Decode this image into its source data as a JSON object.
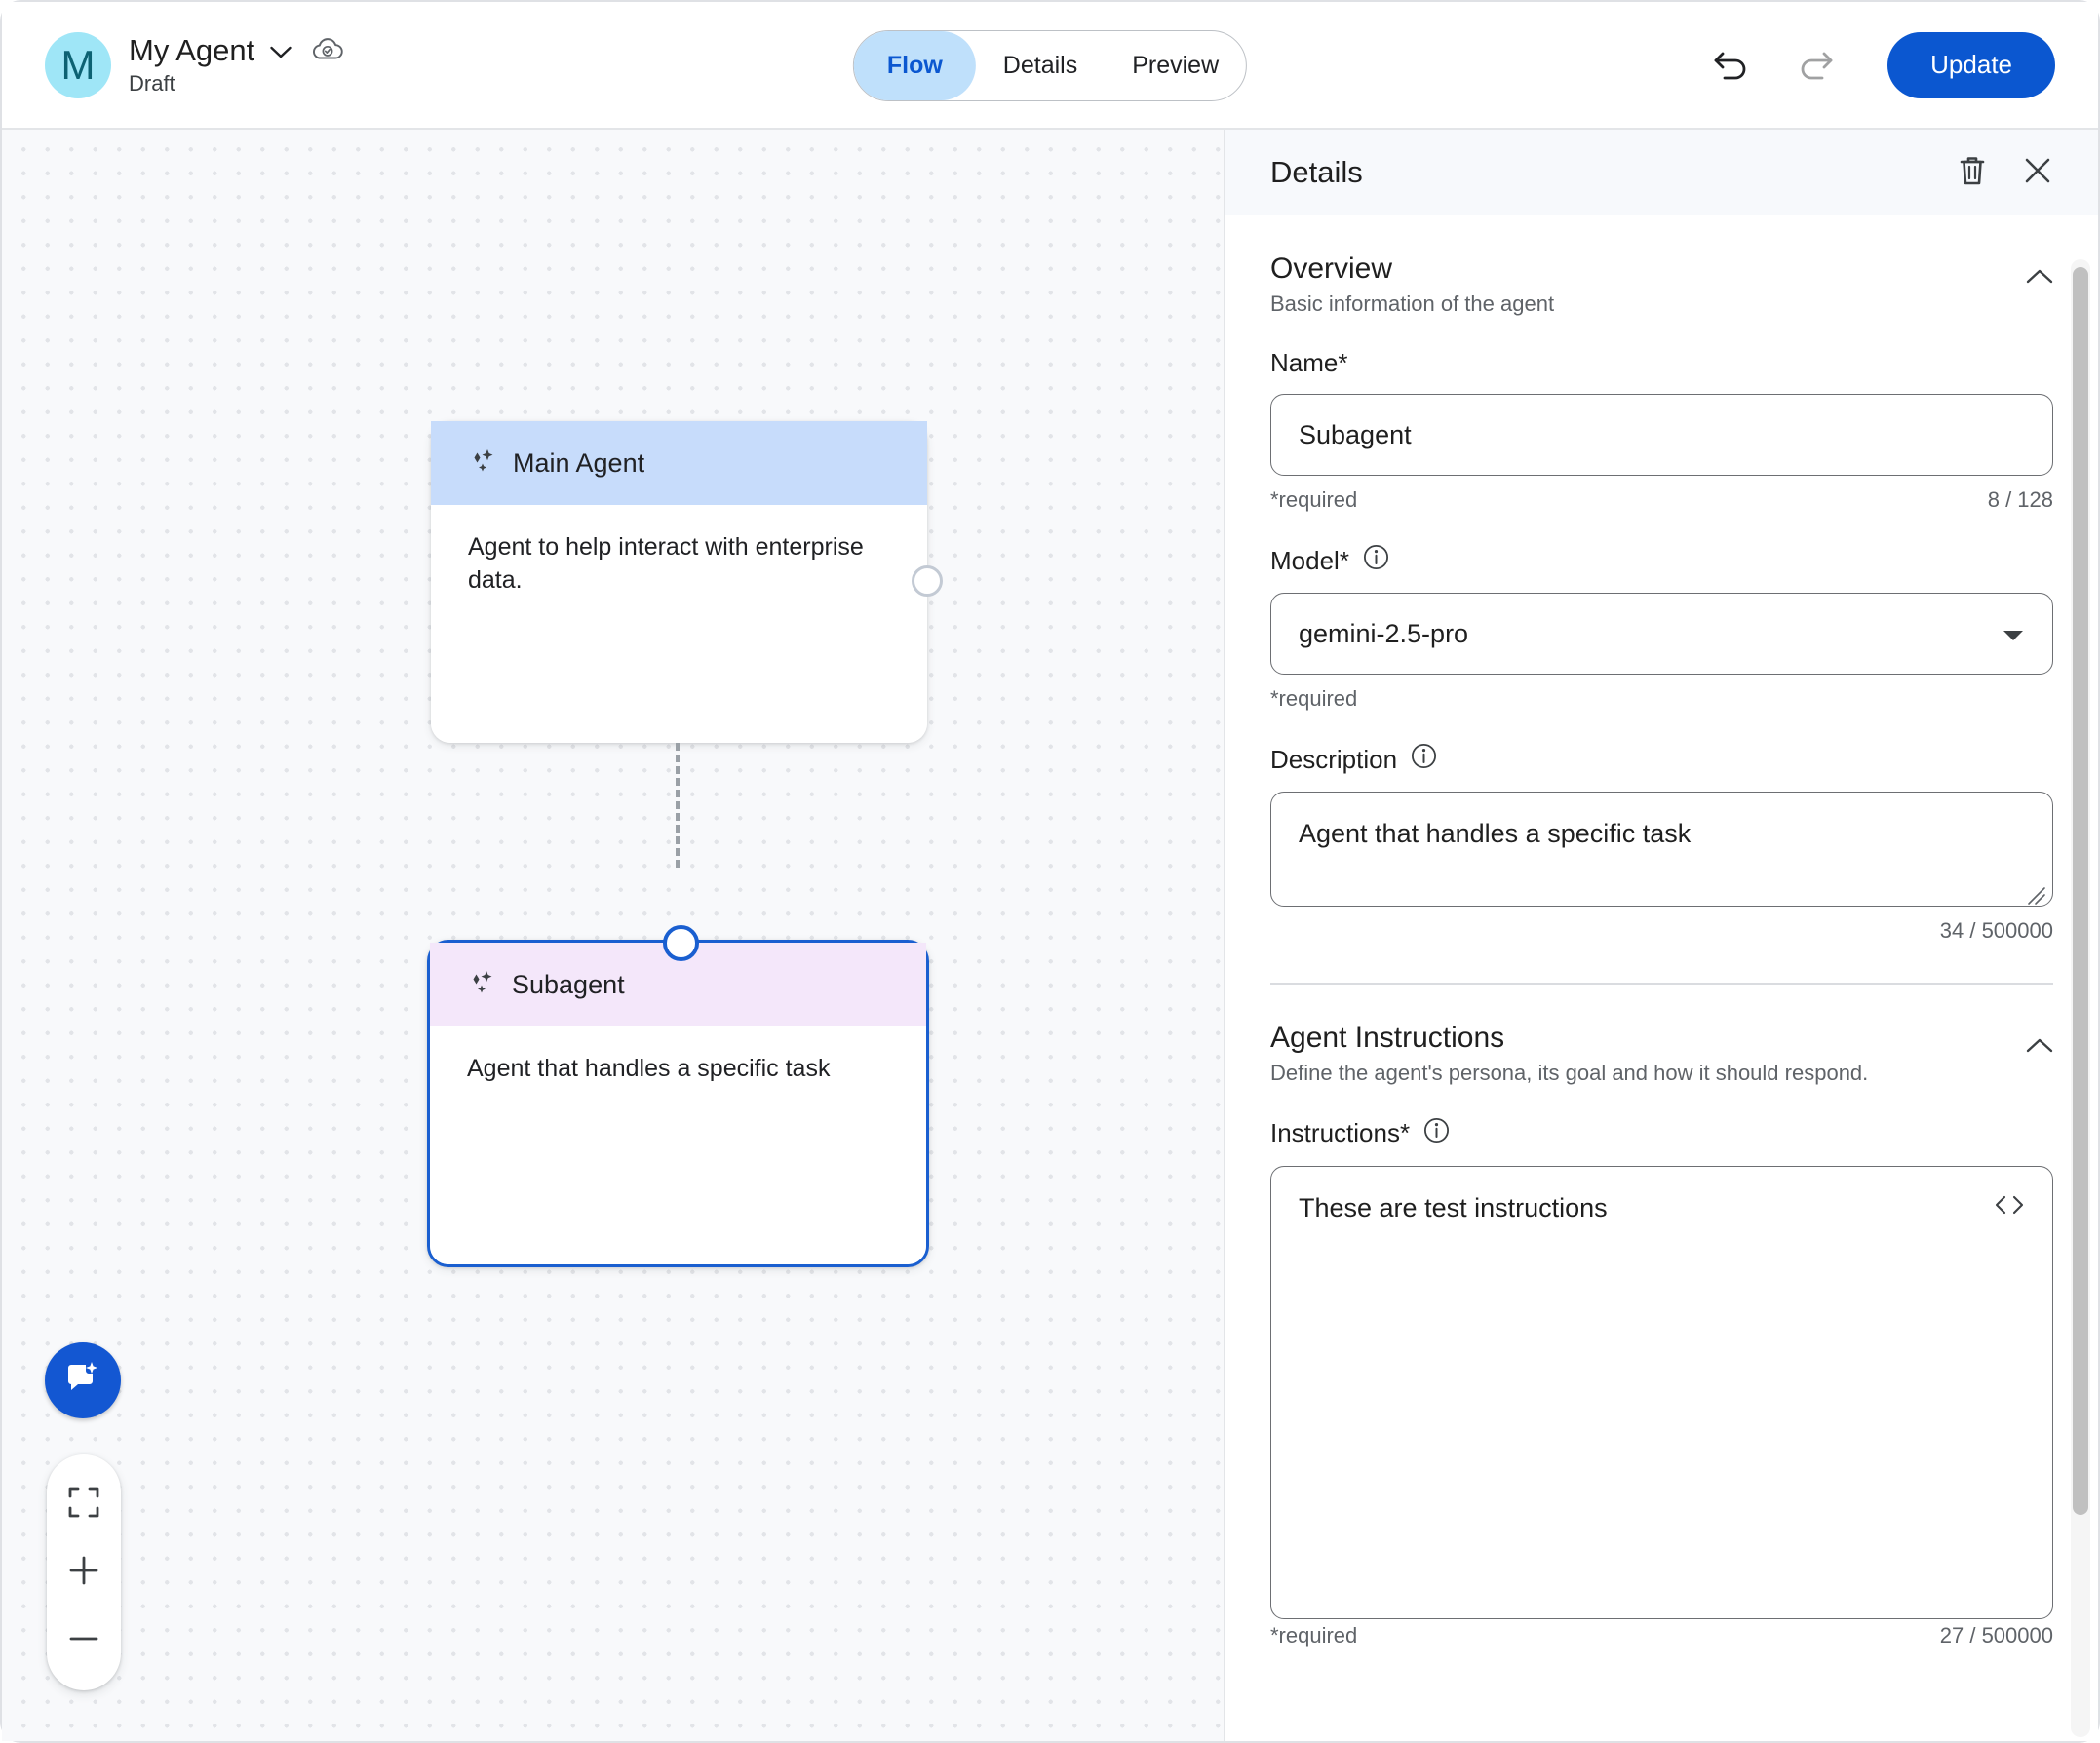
{
  "header": {
    "avatar_letter": "M",
    "agent_name": "My Agent",
    "status": "Draft",
    "chevron_icon": "chevron-down-icon",
    "cloud_icon": "cloud-saved-icon",
    "tabs": [
      {
        "label": "Flow",
        "active": true
      },
      {
        "label": "Details",
        "active": false
      },
      {
        "label": "Preview",
        "active": false
      }
    ],
    "undo_icon": "undo-icon",
    "redo_icon": "redo-icon",
    "redo_disabled": true,
    "update_label": "Update",
    "accent_color": "#0b57d0",
    "active_tab_bg": "#bfe0fb"
  },
  "canvas": {
    "nodes": [
      {
        "id": "main-agent",
        "title": "Main Agent",
        "description": "Agent to help interact with enterprise data.",
        "header_color": "#c7dcfb",
        "selected": false
      },
      {
        "id": "subagent",
        "title": "Subagent",
        "description": "Agent that handles a specific task",
        "header_color": "#f4e7fa",
        "selected": true
      }
    ],
    "sparkle_icon": "sparkle-icon",
    "controls": {
      "chat_fab_icon": "chat-sparkle-icon",
      "fit_icon": "fit-to-screen-icon",
      "zoom_in_icon": "zoom-in-icon",
      "zoom_out_icon": "zoom-out-icon"
    }
  },
  "details": {
    "panel_title": "Details",
    "delete_icon": "trash-icon",
    "close_icon": "close-icon",
    "overview": {
      "title": "Overview",
      "subtitle": "Basic information of the agent",
      "collapse_icon": "chevron-up-icon",
      "name": {
        "label": "Name*",
        "value": "Subagent",
        "helper": "*required",
        "counter": "8 / 128"
      },
      "model": {
        "label": "Model*",
        "info_icon": "info-icon",
        "value": "gemini-2.5-pro",
        "helper": "*required",
        "caret_icon": "caret-down-icon"
      },
      "description": {
        "label": "Description",
        "info_icon": "info-icon",
        "value": "Agent that handles a specific task",
        "counter": "34 / 500000"
      }
    },
    "instructions_section": {
      "title": "Agent Instructions",
      "subtitle": "Define the agent's persona, its goal and how it should respond.",
      "collapse_icon": "chevron-up-icon",
      "instructions": {
        "label": "Instructions*",
        "info_icon": "info-icon",
        "value": "These are test instructions",
        "code_toggle_icon": "code-brackets-icon",
        "helper": "*required",
        "counter": "27 / 500000"
      }
    }
  }
}
